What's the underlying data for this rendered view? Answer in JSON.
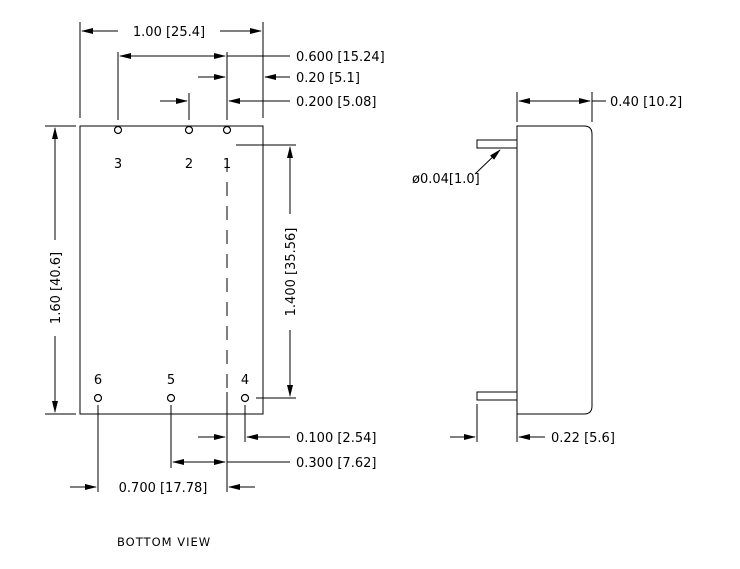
{
  "dimensions": {
    "overall_width": "1.00 [25.4]",
    "pin3_to_pin1": "0.600 [15.24]",
    "pin1_to_edge": "0.20 [5.1]",
    "pin2_to_pin1": "0.200 [5.08]",
    "overall_length": "1.60 [40.6]",
    "pin_row_spacing": "1.400 [35.56]",
    "pin4_offset": "0.100 [2.54]",
    "pin5_offset": "0.300 [7.62]",
    "pin6_offset": "0.700 [17.78]",
    "body_height": "0.40 [10.2]",
    "pin_diameter": "ø0.04[1.0]",
    "pin_length": "0.22 [5.6]"
  },
  "pins": [
    "1",
    "2",
    "3",
    "4",
    "5",
    "6"
  ],
  "view_caption": "BOTTOM VIEW"
}
